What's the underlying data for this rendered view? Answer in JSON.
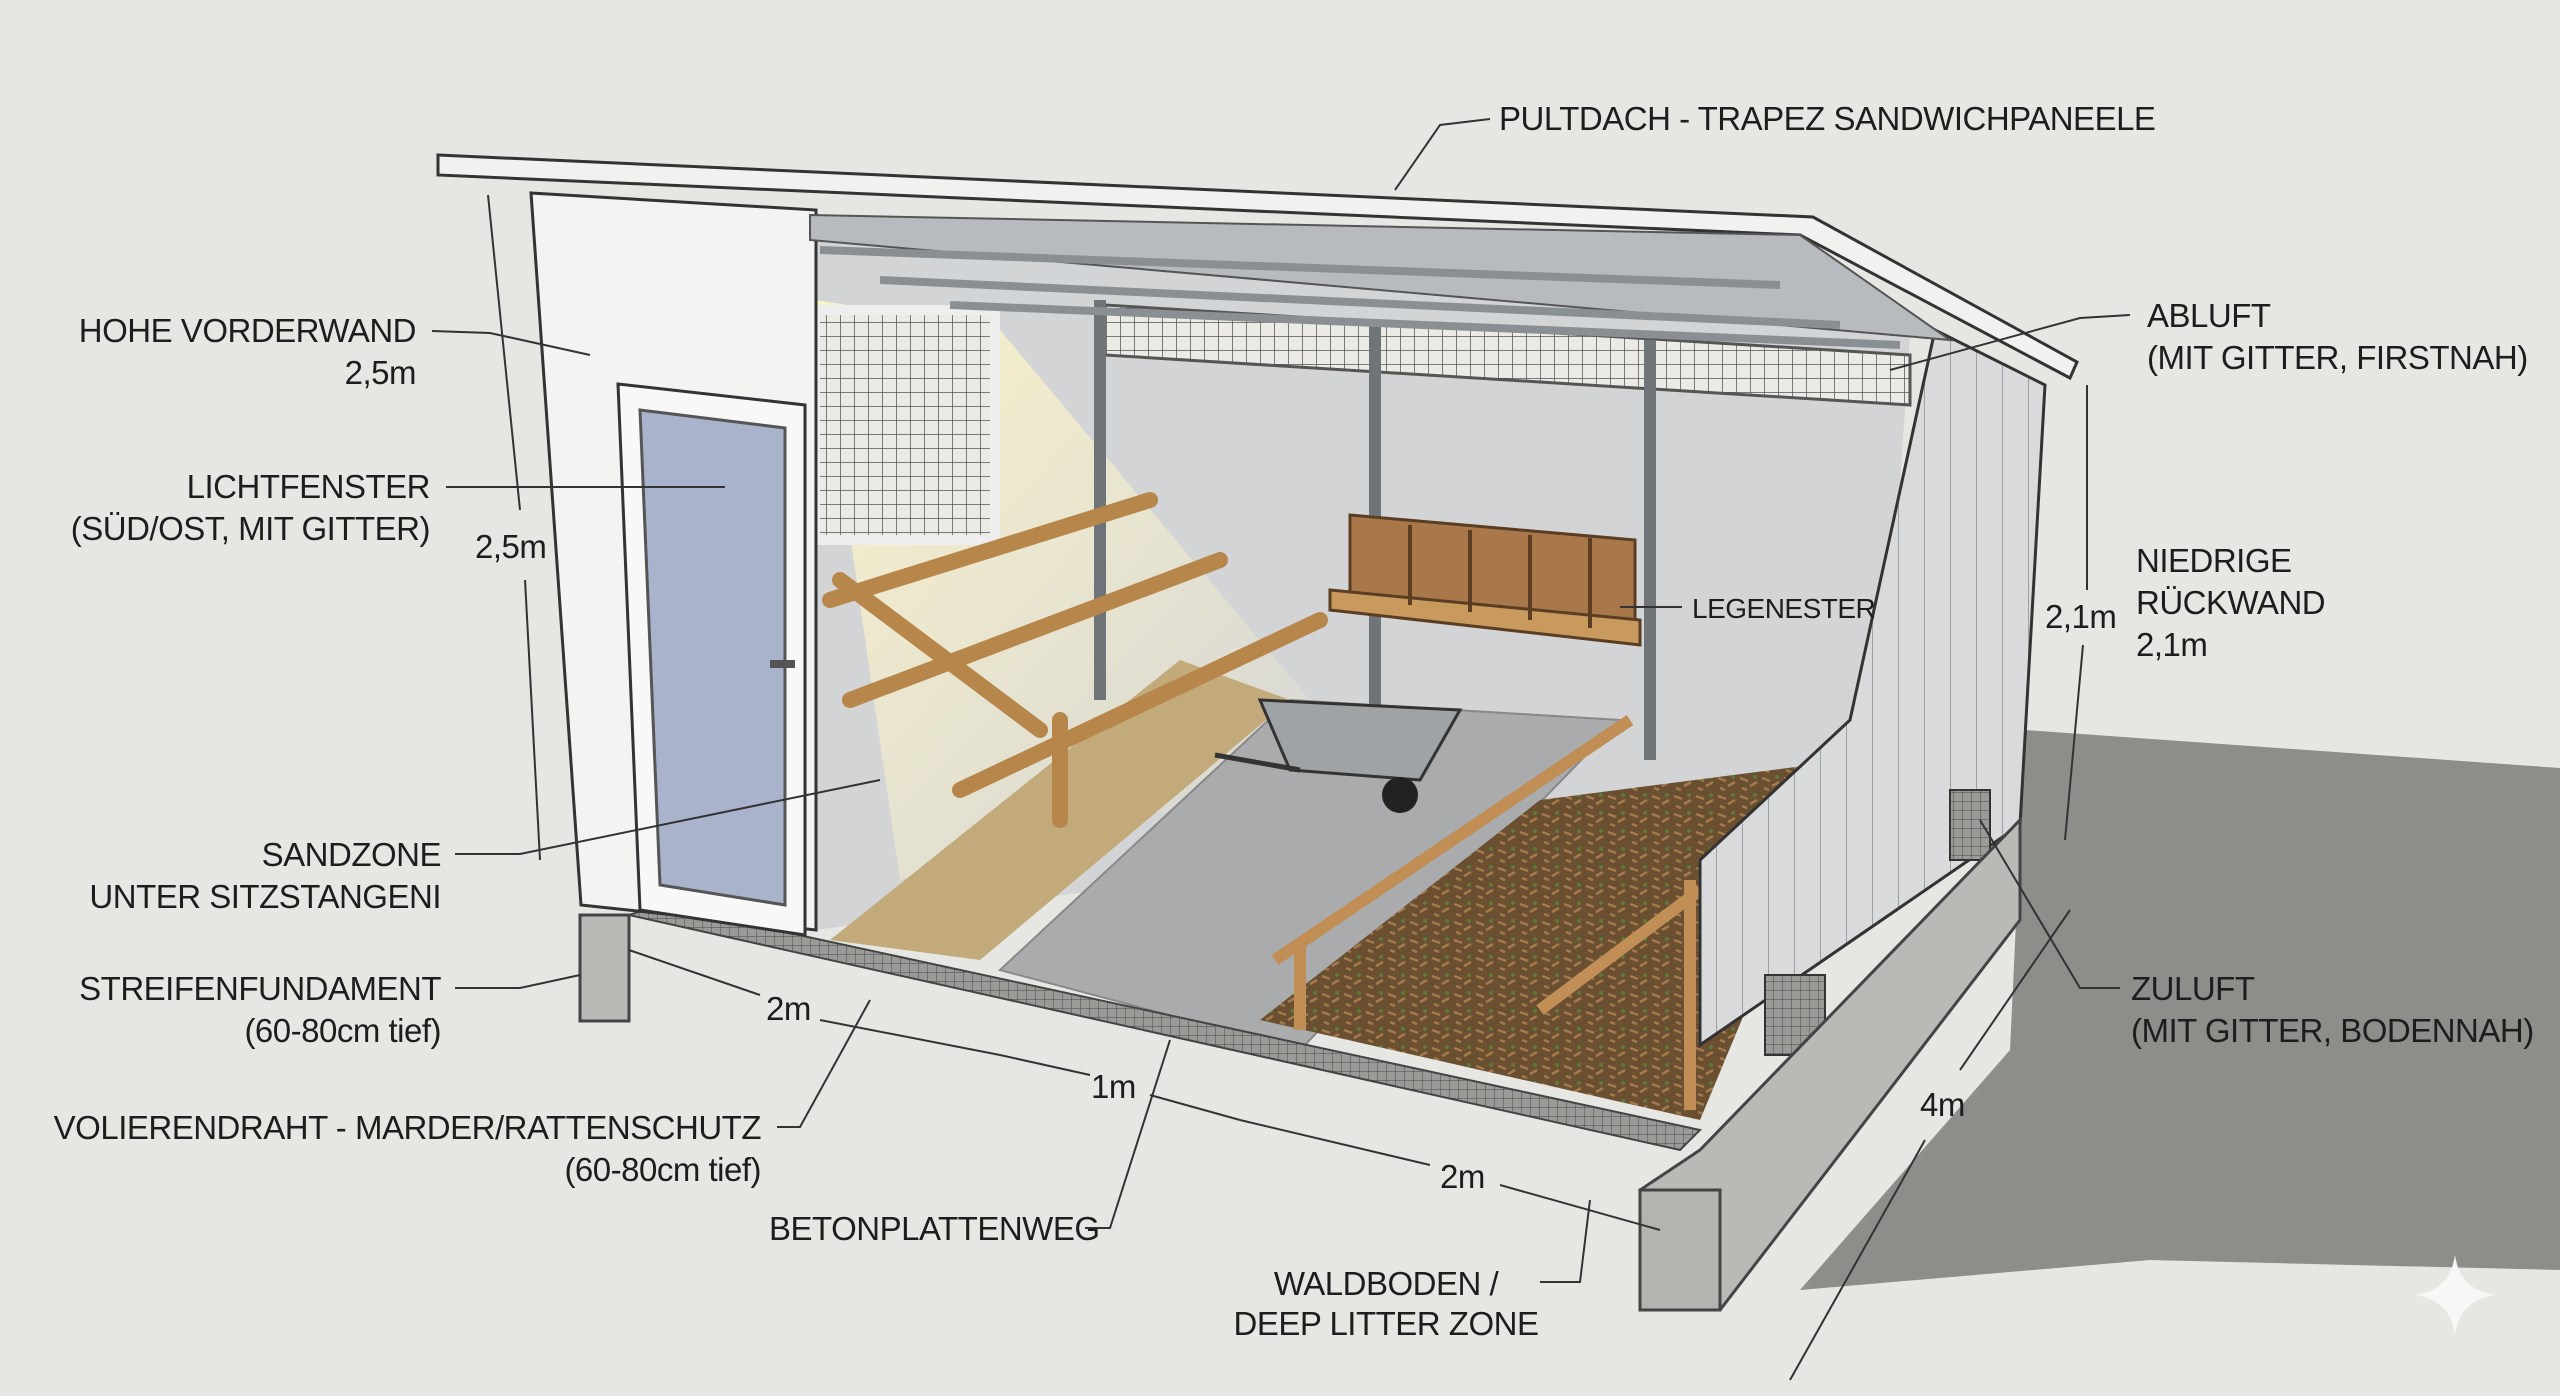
{
  "title_label": "PULTDACH - TRAPEZ SANDWICHPANEELE",
  "labels": {
    "front_wall": [
      "HOHE VORDERWAND",
      "2,5m"
    ],
    "window": [
      "LICHTFENSTER",
      "(SÜD/OST, MIT GITTER)"
    ],
    "sand_zone": [
      "SANDZONE",
      "UNTER SITZSTANGENI"
    ],
    "foundation": [
      "STREIFENFUNDAMENT",
      "(60-80cm tief)"
    ],
    "wire": [
      "VOLIERENDRAHT - MARDER/RATTENSCHUTZ",
      "(60-80cm tief)"
    ],
    "path": "BETONPLATTENWEG",
    "forest_floor": [
      "WALDBODEN /",
      "DEEP LITTER ZONE"
    ],
    "nests": "LEGENESTER",
    "exhaust": [
      "ABLUFT",
      "(MIT GITTER, FIRSTNAH)"
    ],
    "back_wall": [
      "NIEDRIGE",
      "RÜCKWAND",
      "2,1m"
    ],
    "intake": [
      "ZULUFT",
      "(MIT GITTER, BODENNAH)"
    ]
  },
  "dimensions": {
    "front_height": "2,5m",
    "back_height": "2,1m",
    "width_a": "2m",
    "width_b": "1m",
    "width_c": "2m",
    "depth": "4m"
  },
  "colors": {
    "background": "#e6e6e3",
    "wall": "#f3f3f1",
    "wood": "#c89a5e",
    "concrete": "#b9b9b6",
    "litter": "#6e5233",
    "shadow": "#8d8d8a"
  }
}
